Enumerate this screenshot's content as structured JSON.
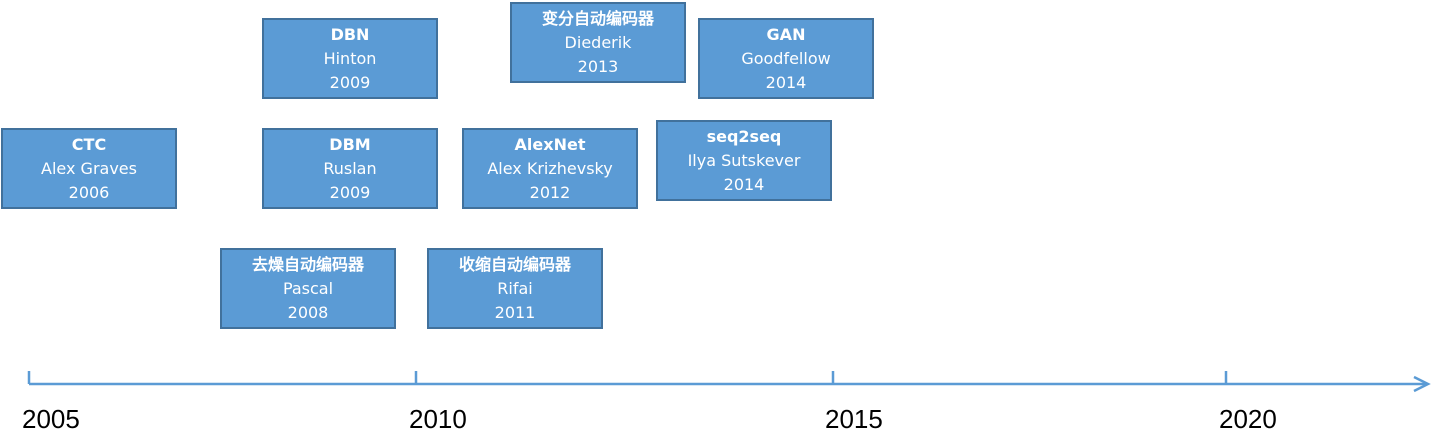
{
  "milestones": [
    {
      "title": "DBN",
      "author": "Hinton",
      "year": "2009"
    },
    {
      "title": "变分自动编码器",
      "author": "Diederik",
      "year": "2013"
    },
    {
      "title": "GAN",
      "author": "Goodfellow",
      "year": "2014"
    },
    {
      "title": "CTC",
      "author": "Alex Graves",
      "year": "2006"
    },
    {
      "title": "DBM",
      "author": "Ruslan",
      "year": "2009"
    },
    {
      "title": "AlexNet",
      "author": "Alex Krizhevsky",
      "year": "2012"
    },
    {
      "title": "seq2seq",
      "author": "Ilya Sutskever",
      "year": "2014"
    },
    {
      "title": "去燥自动编码器",
      "author": "Pascal",
      "year": "2008"
    },
    {
      "title": "收缩自动编码器",
      "author": "Rifai",
      "year": "2011"
    }
  ],
  "axis": {
    "ticks": [
      "2005",
      "2010",
      "2015",
      "2020"
    ],
    "color": "#5b9bd5"
  },
  "colors": {
    "box_fill": "#5b9bd5",
    "box_border": "#41719c",
    "box_text": "#ffffff"
  }
}
